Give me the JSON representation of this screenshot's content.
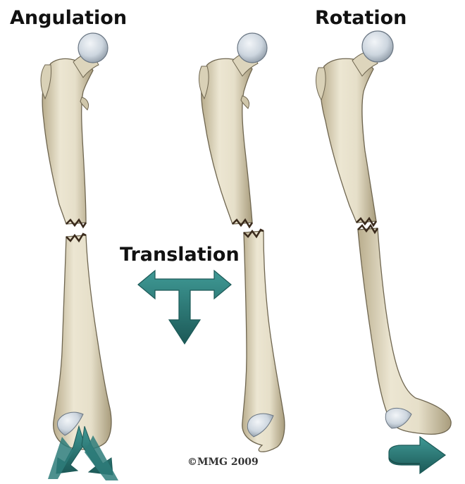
{
  "labels": {
    "angulation": "Angulation",
    "translation": "Translation",
    "rotation": "Rotation",
    "copyright": "©MMG 2009"
  },
  "colors": {
    "bone": "#e6dfc9",
    "bone_shade": "#b9ad8d",
    "bone_outline": "#6f6650",
    "cartilage": "#cdd6df",
    "arrow": "#2e7d7a",
    "arrow_dark": "#1c5957",
    "fracture": "#3a2a1c"
  },
  "icons": {
    "translation_arrow": "t-shaped-arrow-icon",
    "angulation_arrow": "spread-arrows-icon",
    "rotation_arrow": "curved-right-arrow-icon"
  }
}
